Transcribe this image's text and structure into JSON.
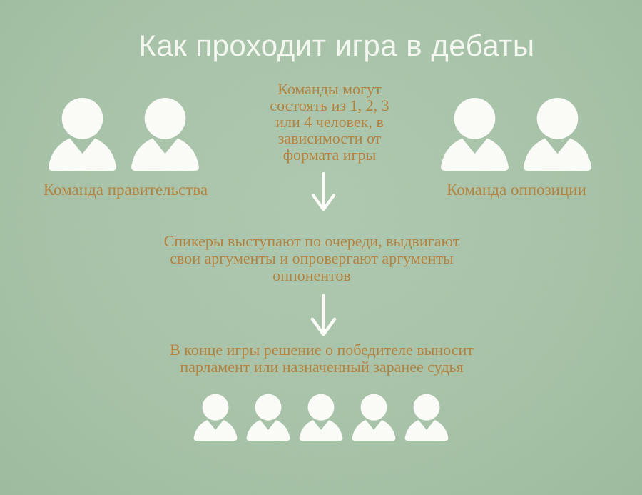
{
  "infographic": {
    "title": "Как проходит игра в дебаты",
    "left_team": {
      "label": "Команда правительства",
      "members": 2
    },
    "right_team": {
      "label": "Команда оппозиции",
      "members": 2
    },
    "notes": {
      "team_size": "Команды могут\nсостоять из 1, 2, 3\nили 4 человек, в\nзависимости от\nформата игры",
      "speakers": "Спикеры выступают по очереди, выдвигают\nсвои аргументы и опровергают аргументы\nоппонентов",
      "verdict": "В конце игры решение о победителе выносит\nпарламент или назначенный заранее судья"
    },
    "audience": {
      "members": 5
    },
    "icons": {
      "person": "person-icon",
      "arrow": "arrow-down-icon"
    },
    "colors": {
      "background": "#a7c3a8",
      "bg_light": "#aec9af",
      "bg_dark": "#9dbb9f",
      "accent_text": "#b5813c",
      "title_text": "#f6f8f2",
      "icon_fill": "#fcfdf9"
    }
  }
}
